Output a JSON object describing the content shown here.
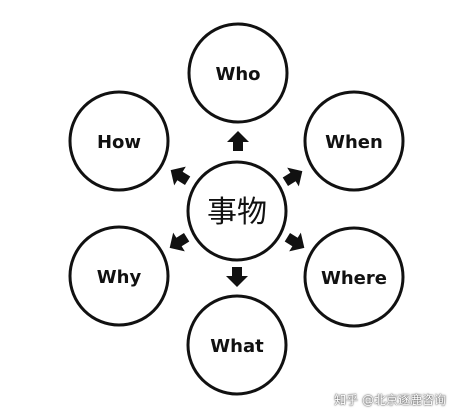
{
  "diagram": {
    "center": {
      "label": "事物"
    },
    "nodes": [
      {
        "id": "who",
        "label": "Who"
      },
      {
        "id": "when",
        "label": "When"
      },
      {
        "id": "where",
        "label": "Where"
      },
      {
        "id": "what",
        "label": "What"
      },
      {
        "id": "why",
        "label": "Why"
      },
      {
        "id": "how",
        "label": "How"
      }
    ]
  },
  "watermark": {
    "text": "知乎 @北京逐鹿咨询"
  },
  "colors": {
    "stroke": "#111111",
    "fill": "#ffffff",
    "text": "#111111"
  }
}
